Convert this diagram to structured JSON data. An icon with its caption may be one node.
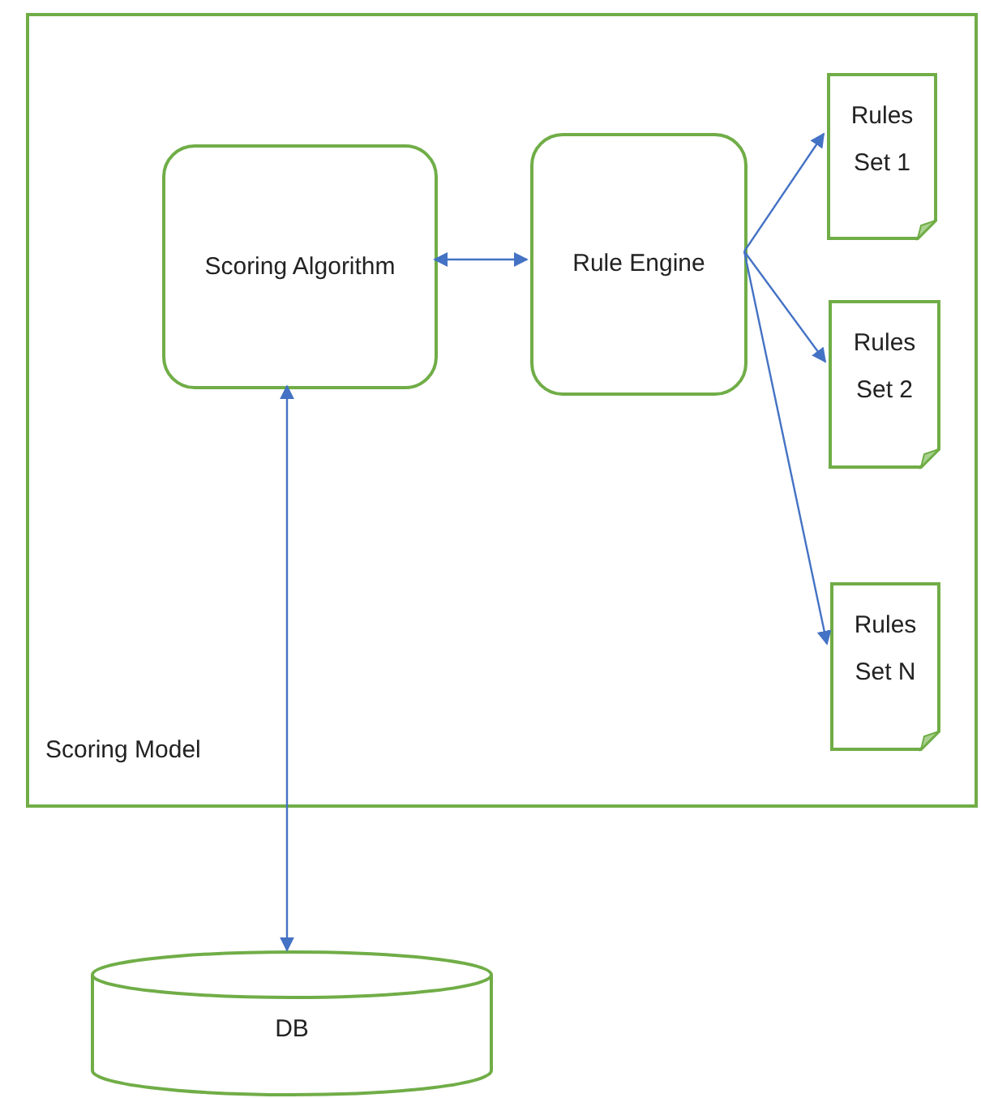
{
  "diagram": {
    "nodes": [
      {
        "text": [
          "Scoring Model"
        ]
      },
      {
        "text": [
          "Scoring Algorithm"
        ],
        "in": 0
      },
      {
        "text": [
          "Rule Engine"
        ],
        "in": 0
      },
      {
        "text": [
          "Rules Set 1"
        ],
        "in": 0
      },
      {
        "text": [
          "Rules Set 2"
        ],
        "in": 0
      },
      {
        "text": [
          "Rules Set N"
        ],
        "in": 0
      },
      {
        "text": [
          "DB"
        ]
      }
    ],
    "edges": [
      {
        "from": 1,
        "to": 2,
        "arrow": "both"
      },
      {
        "from": 2,
        "to": 3,
        "arrow": "to"
      },
      {
        "from": 2,
        "to": 4,
        "arrow": "to"
      },
      {
        "from": 2,
        "to": 5,
        "arrow": "to"
      },
      {
        "from": 1,
        "to": 6,
        "arrow": "both"
      }
    ]
  }
}
